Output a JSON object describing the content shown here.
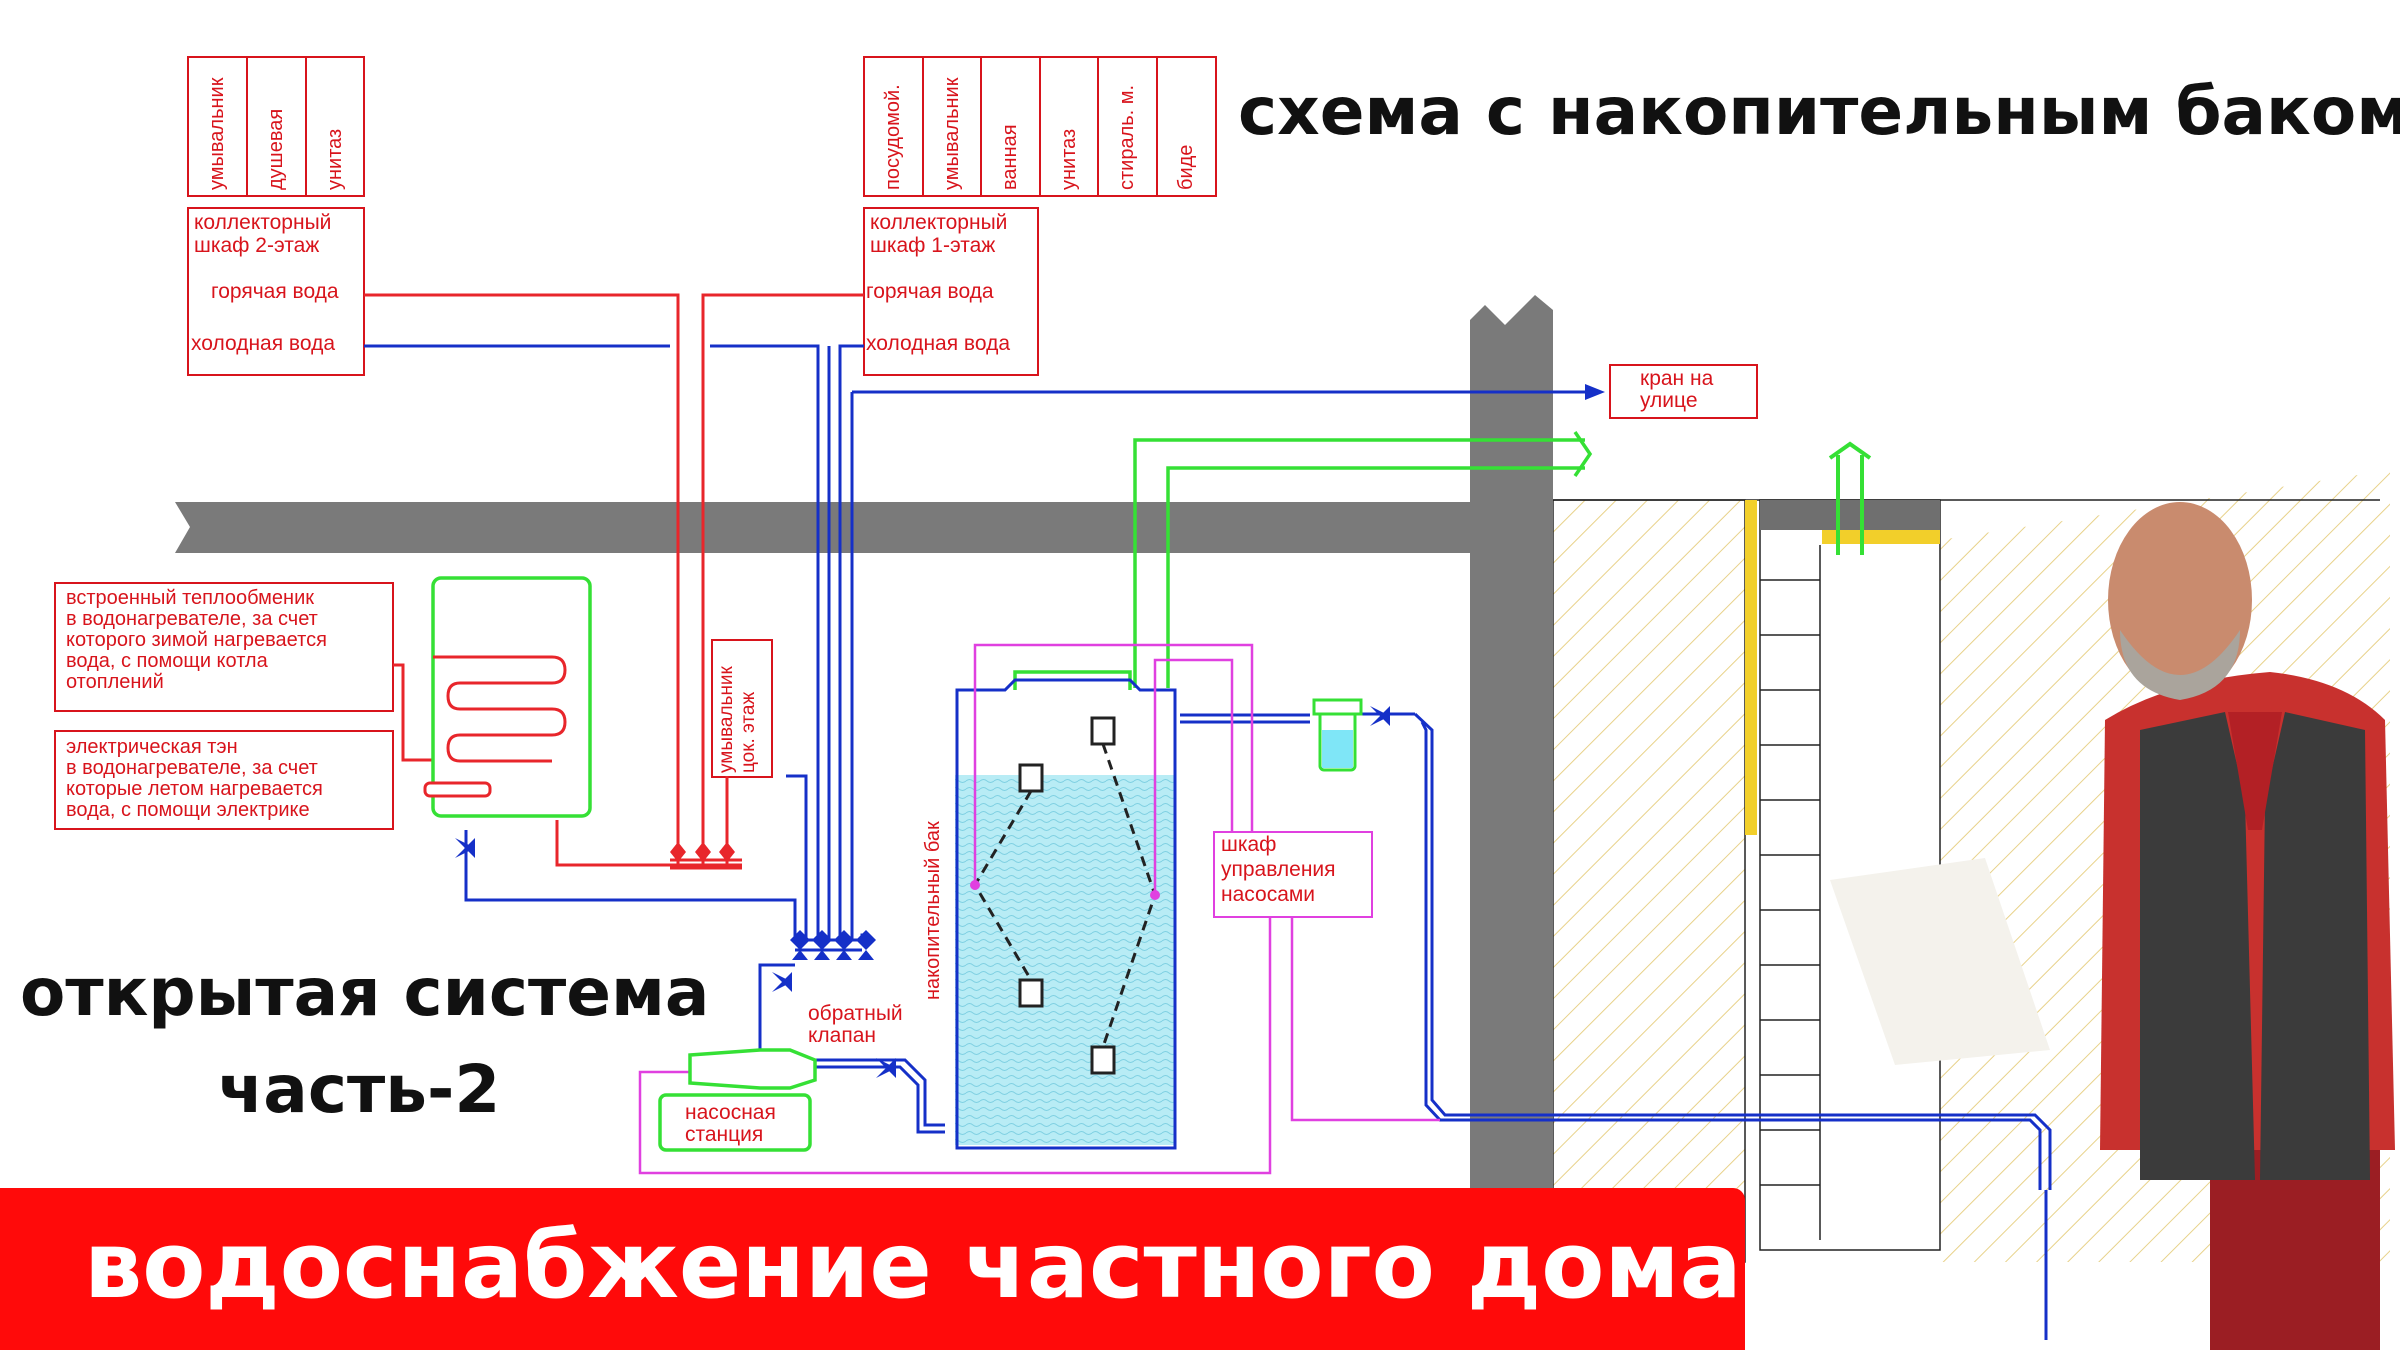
{
  "title": "схема с накопительным баком",
  "open_system": "открытая система",
  "part_label": "часть-2",
  "banner": "водоснабжение частного дома",
  "collector_2": {
    "fixtures": [
      "умывальник",
      "душевая",
      "унитаз"
    ],
    "name_line1": "коллекторный",
    "name_line2": "шкаф 2-этаж",
    "hot": "горячая вода",
    "cold": "холодная вода"
  },
  "collector_1": {
    "fixtures": [
      "посудомой.",
      "умывальник",
      "ванная",
      "унитаз",
      "стираль. м.",
      "биде"
    ],
    "name_line1": "коллекторный",
    "name_line2": "шкаф 1-этаж",
    "hot": "горячая вода",
    "cold": "холодная вода"
  },
  "outdoor_tap": {
    "line1": "кран на",
    "line2": "улице"
  },
  "basement_sink": "умывальник цок. этаж",
  "heat_exchanger_note": [
    "встроенный теплообменик",
    "в водонагревателе, за счет",
    "которого зимой нагревается",
    "вода, с помощи котла",
    "отоплений"
  ],
  "electric_heater_note": [
    "электрическая тэн",
    "в водонагревателе, за счет",
    "которые летом нагревается",
    "вода, с помощи электрике"
  ],
  "storage_tank": "накопительный бак",
  "check_valve": {
    "line1": "обратный",
    "line2": "клапан"
  },
  "pump_station": {
    "line1": "насосная",
    "line2": "станция"
  },
  "pump_control": {
    "line1": "шкаф",
    "line2": "управления",
    "line3": "насосами"
  },
  "colors": {
    "hot": "#e8262b",
    "cold": "#1530c8",
    "green": "#35e035",
    "magenta": "#e040e0",
    "label": "#d8141c",
    "wall": "#7a7a7a",
    "banner": "#ff0a0a",
    "water": "#b8ecf5"
  }
}
